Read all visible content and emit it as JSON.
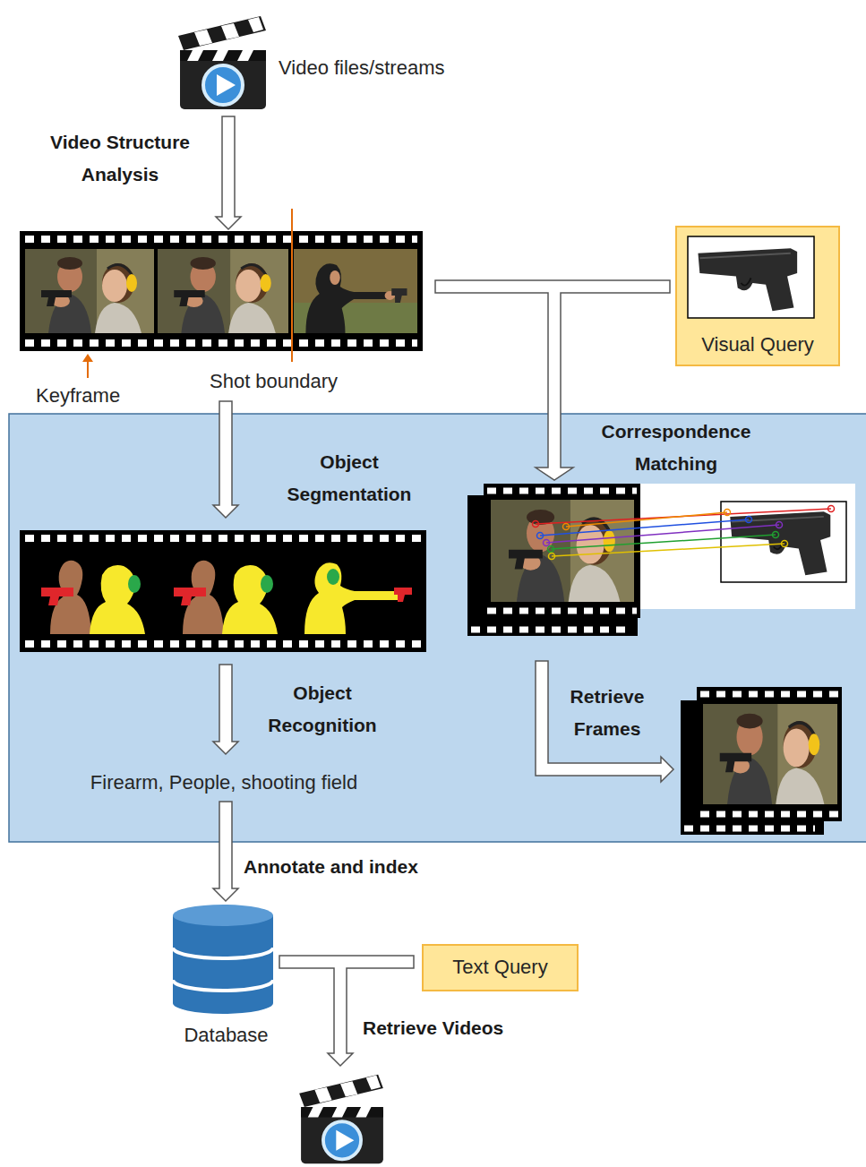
{
  "diagram": {
    "nodes": [
      {
        "text": [
          "Video files/streams"
        ]
      },
      {
        "text": [
          "Keyframe",
          "Shot boundary"
        ]
      },
      {
        "text": [
          "Visual Query"
        ]
      },
      {
        "text": [
          "Firearm, People, shooting field"
        ]
      },
      {
        "text": [
          "Database"
        ]
      },
      {
        "text": [
          "Text Query"
        ]
      }
    ],
    "edges": [
      {
        "from": 0,
        "to": 1,
        "arrow": "to",
        "label": "Video Structure Analysis"
      },
      {
        "from": 3,
        "to": 4,
        "arrow": "to",
        "label": "Annotate and index"
      }
    ],
    "labels": [
      "Correspondence Matching",
      "Object Segmentation",
      "Object Recognition",
      "Retrieve Frames",
      "Retrieve Videos"
    ]
  }
}
